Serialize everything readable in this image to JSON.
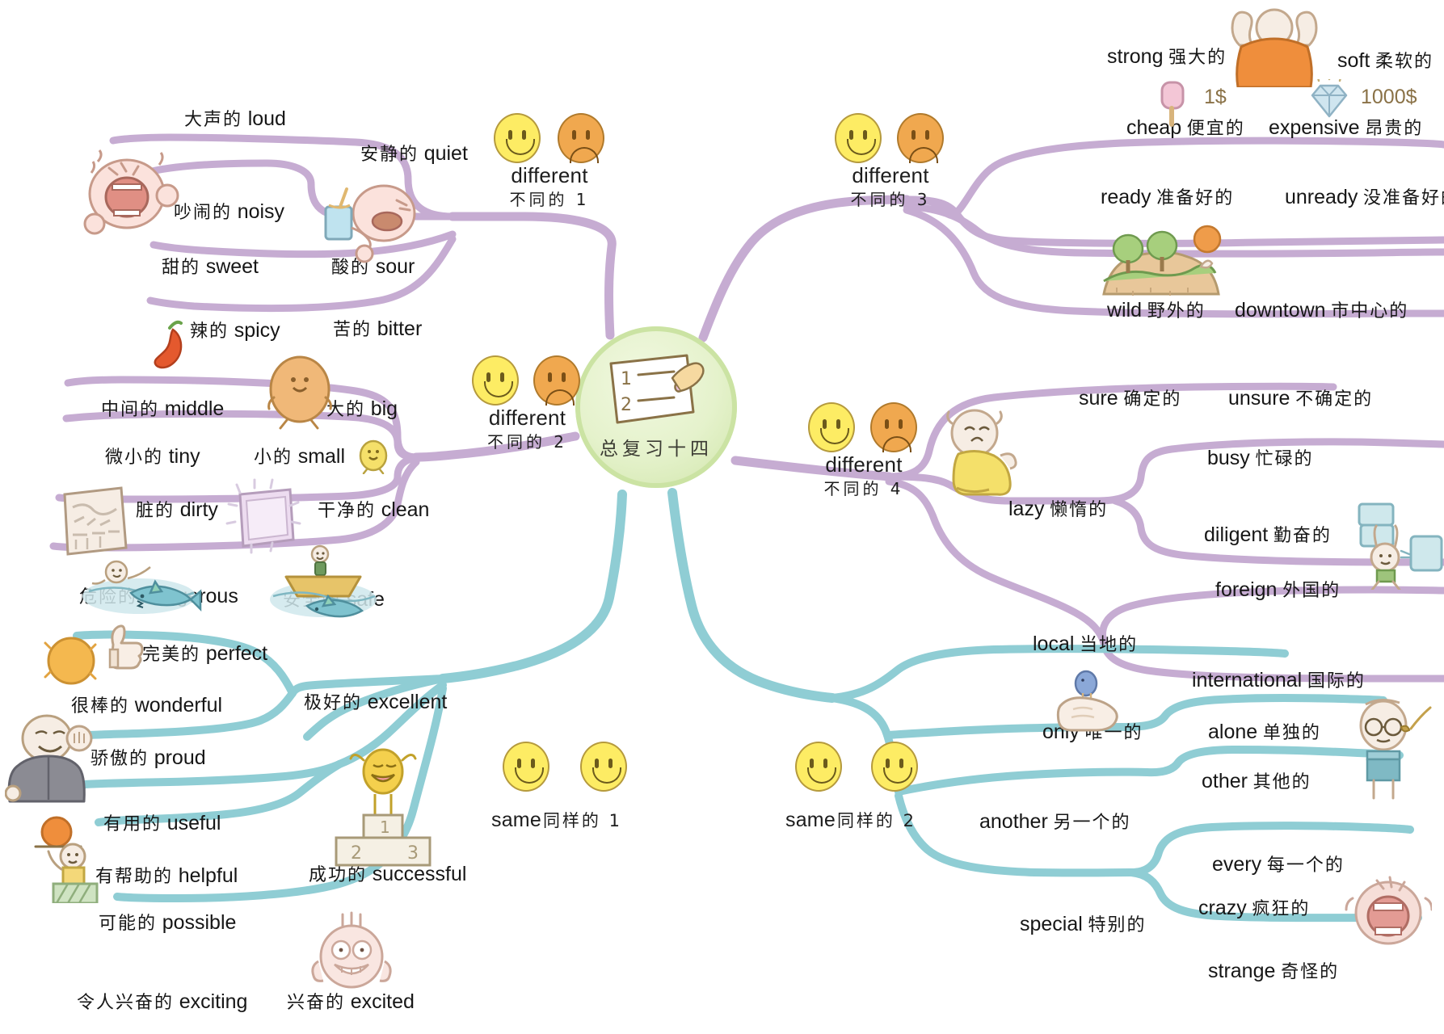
{
  "center": {
    "title": "总复习十四",
    "icon": "notebook-pencil-icon",
    "color": "#cfe5a8"
  },
  "colors": {
    "different_branch": "#c6acd2",
    "same_branch": "#8fcdd4",
    "center_green": "#cfe5a8",
    "happy_face": "#fdec64",
    "sad_face": "#f0a84f",
    "text": "#161616"
  },
  "branches": [
    {
      "id": "different-1",
      "en": "different",
      "cn": "不同的 1",
      "faces": [
        "happy",
        "sad"
      ],
      "color": "#c6acd2",
      "words": [
        {
          "cn": "大声的",
          "en": "loud"
        },
        {
          "cn": "安静的",
          "en": "quiet"
        },
        {
          "cn": "吵闹的",
          "en": "noisy"
        },
        {
          "cn": "酸的",
          "en": "sour"
        },
        {
          "cn": "甜的",
          "en": "sweet"
        },
        {
          "cn": "辣的",
          "en": "spicy"
        },
        {
          "cn": "苦的",
          "en": "bitter"
        }
      ]
    },
    {
      "id": "different-2",
      "en": "different",
      "cn": "不同的 2",
      "faces": [
        "happy",
        "sad"
      ],
      "color": "#c6acd2",
      "words": [
        {
          "cn": "中间的",
          "en": "middle"
        },
        {
          "cn": "大的",
          "en": "big"
        },
        {
          "cn": "微小的",
          "en": "tiny"
        },
        {
          "cn": "小的",
          "en": "small"
        },
        {
          "cn": "脏的",
          "en": "dirty"
        },
        {
          "cn": "干净的",
          "en": "clean"
        },
        {
          "cn": "危险的",
          "en": "dangerous"
        },
        {
          "cn": "安全的",
          "en": "safe"
        }
      ]
    },
    {
      "id": "different-3",
      "en": "different",
      "cn": "不同的 3",
      "faces": [
        "happy",
        "sad"
      ],
      "color": "#c6acd2",
      "words": [
        {
          "en": "strong",
          "cn": "强大的"
        },
        {
          "en": "soft",
          "cn": "柔软的"
        },
        {
          "en": "cheap",
          "cn": "便宜的"
        },
        {
          "en": "expensive",
          "cn": "昂贵的"
        },
        {
          "en": "ready",
          "cn": "准备好的"
        },
        {
          "en": "unready",
          "cn": "没准备好的"
        },
        {
          "en": "wild",
          "cn": "野外的"
        },
        {
          "en": "downtown",
          "cn": "市中心的"
        }
      ]
    },
    {
      "id": "different-4",
      "en": "different",
      "cn": "不同的 4",
      "faces": [
        "happy",
        "sad"
      ],
      "color": "#c6acd2",
      "words": [
        {
          "en": "sure",
          "cn": "确定的"
        },
        {
          "en": "unsure",
          "cn": "不确定的"
        },
        {
          "en": "lazy",
          "cn": "懒惰的"
        },
        {
          "en": "busy",
          "cn": "忙碌的"
        },
        {
          "en": "diligent",
          "cn": "勤奋的"
        },
        {
          "en": "local",
          "cn": "当地的"
        },
        {
          "en": "foreign",
          "cn": "外国的"
        },
        {
          "en": "international",
          "cn": "国际的"
        }
      ]
    },
    {
      "id": "same-1",
      "en": "same",
      "cn": "同样的 1",
      "faces": [
        "happy",
        "happy"
      ],
      "color": "#8fcdd4",
      "words": [
        {
          "cn": "完美的",
          "en": "perfect"
        },
        {
          "cn": "很棒的",
          "en": "wonderful"
        },
        {
          "cn": "极好的",
          "en": "excellent"
        },
        {
          "cn": "骄傲的",
          "en": "proud"
        },
        {
          "cn": "有用的",
          "en": "useful"
        },
        {
          "cn": "成功的",
          "en": "successful"
        },
        {
          "cn": "有帮助的",
          "en": "helpful"
        },
        {
          "cn": "可能的",
          "en": "possible"
        },
        {
          "cn": "令人兴奋的",
          "en": "exciting"
        },
        {
          "cn": "兴奋的",
          "en": "excited"
        }
      ]
    },
    {
      "id": "same-2",
      "en": "same",
      "cn": "同样的 2",
      "faces": [
        "happy",
        "happy"
      ],
      "color": "#8fcdd4",
      "words": [
        {
          "en": "only",
          "cn": "唯一的"
        },
        {
          "en": "alone",
          "cn": "单独的"
        },
        {
          "en": "other",
          "cn": "其他的"
        },
        {
          "en": "another",
          "cn": "另一个的"
        },
        {
          "en": "every",
          "cn": "每一个的"
        },
        {
          "en": "special",
          "cn": "特别的"
        },
        {
          "en": "crazy",
          "cn": "疯狂的"
        },
        {
          "en": "strange",
          "cn": "奇怪的"
        }
      ]
    }
  ],
  "labels": {
    "loud": {
      "cn": "大声的",
      "en": "loud"
    },
    "quiet": {
      "cn": "安静的",
      "en": "quiet"
    },
    "noisy": {
      "cn": "吵闹的",
      "en": "noisy"
    },
    "sour": {
      "cn": "酸的",
      "en": "sour"
    },
    "sweet": {
      "cn": "甜的",
      "en": "sweet"
    },
    "spicy": {
      "cn": "辣的",
      "en": "spicy"
    },
    "bitter": {
      "cn": "苦的",
      "en": "bitter"
    },
    "middle": {
      "cn": "中间的",
      "en": "middle"
    },
    "big": {
      "cn": "大的",
      "en": "big"
    },
    "tiny": {
      "cn": "微小的",
      "en": "tiny"
    },
    "small": {
      "cn": "小的",
      "en": "small"
    },
    "dirty": {
      "cn": "脏的",
      "en": "dirty"
    },
    "clean": {
      "cn": "干净的",
      "en": "clean"
    },
    "dangerous": {
      "cn": "危险的",
      "en": "dangerous"
    },
    "safe": {
      "cn": "安全的",
      "en": "safe"
    },
    "perfect": {
      "cn": "完美的",
      "en": "perfect"
    },
    "wonderful": {
      "cn": "很棒的",
      "en": "wonderful"
    },
    "excellent": {
      "cn": "极好的",
      "en": "excellent"
    },
    "proud": {
      "cn": "骄傲的",
      "en": "proud"
    },
    "useful": {
      "cn": "有用的",
      "en": "useful"
    },
    "successful": {
      "cn": "成功的",
      "en": "successful"
    },
    "helpful": {
      "cn": "有帮助的",
      "en": "helpful"
    },
    "possible": {
      "cn": "可能的",
      "en": "possible"
    },
    "exciting": {
      "cn": "令人兴奋的",
      "en": "exciting"
    },
    "excited": {
      "cn": "兴奋的",
      "en": "excited"
    },
    "strong": {
      "en": "strong",
      "cn": "强大的"
    },
    "soft": {
      "en": "soft",
      "cn": "柔软的"
    },
    "cheap": {
      "en": "cheap",
      "cn": "便宜的"
    },
    "expensive": {
      "en": "expensive",
      "cn": "昂贵的"
    },
    "ready": {
      "en": "ready",
      "cn": "准备好的"
    },
    "unready": {
      "en": "unready",
      "cn": "没准备好的"
    },
    "wild": {
      "en": "wild",
      "cn": "野外的"
    },
    "downtown": {
      "en": "downtown",
      "cn": "市中心的"
    },
    "sure": {
      "en": "sure",
      "cn": "确定的"
    },
    "unsure": {
      "en": "unsure",
      "cn": "不确定的"
    },
    "lazy": {
      "en": "lazy",
      "cn": "懒惰的"
    },
    "busy": {
      "en": "busy",
      "cn": "忙碌的"
    },
    "diligent": {
      "en": "diligent",
      "cn": "勤奋的"
    },
    "local": {
      "en": "local",
      "cn": "当地的"
    },
    "foreign": {
      "en": "foreign",
      "cn": "外国的"
    },
    "international": {
      "en": "international",
      "cn": "国际的"
    },
    "only": {
      "en": "only",
      "cn": "唯一的"
    },
    "alone": {
      "en": "alone",
      "cn": "单独的"
    },
    "other": {
      "en": "other",
      "cn": "其他的"
    },
    "another": {
      "en": "another",
      "cn": "另一个的"
    },
    "every": {
      "en": "every",
      "cn": "每一个的"
    },
    "special": {
      "en": "special",
      "cn": "特别的"
    },
    "crazy": {
      "en": "crazy",
      "cn": "疯狂的"
    },
    "strange": {
      "en": "strange",
      "cn": "奇怪的"
    }
  },
  "price_tags": {
    "cheap_price": "1$",
    "expensive_price": "1000$"
  },
  "podium": {
    "first": "1",
    "second": "2",
    "third": "3"
  },
  "note_lines": {
    "one": "1",
    "two": "2"
  }
}
